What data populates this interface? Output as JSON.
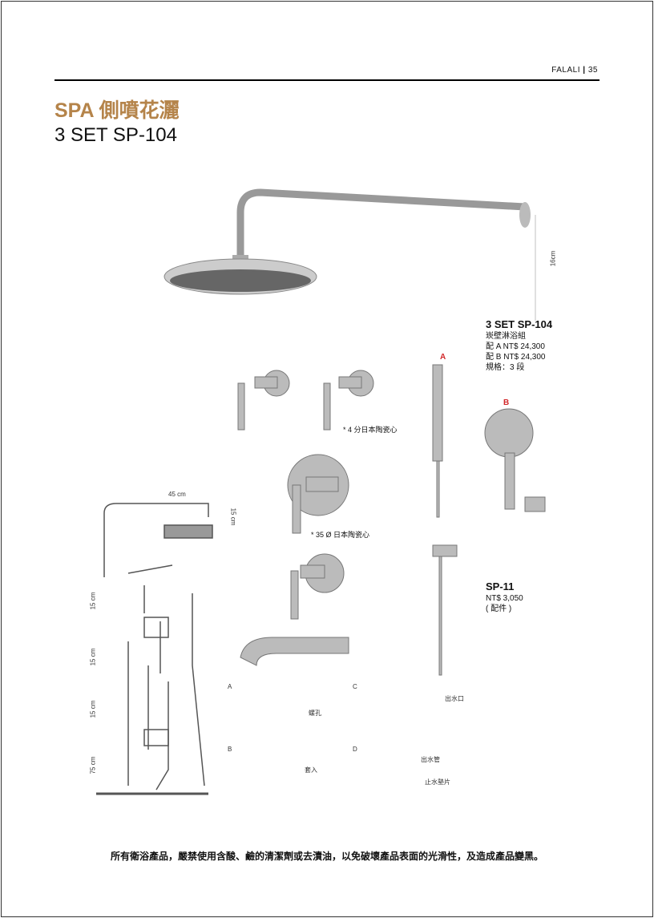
{
  "header": {
    "brand": "FALALI",
    "separator": "|",
    "page_number": "35"
  },
  "title": {
    "category": "SPA 側噴花灑",
    "model": "3 SET  SP-104"
  },
  "product_main": {
    "name": "3 SET  SP-104",
    "type": "崁壁淋浴組",
    "price_a": "配 A NT$ 24,300",
    "price_b": "配 B NT$ 24,300",
    "spec": "規格：3 段"
  },
  "product_accessory": {
    "name": "SP-11",
    "price": "NT$ 3,050",
    "note": "( 配件 )"
  },
  "labels": {
    "arm_drop": "16cm",
    "option_a": "A",
    "option_b": "B",
    "valve_note_1": "* 4 分日本陶瓷心",
    "valve_note_2": "* 35 Ø 日本陶瓷心"
  },
  "diagram": {
    "width_dim": "45 cm",
    "height_dim": "15 cm",
    "dims": [
      "15 cm",
      "15 cm",
      "15 cm",
      "75 cm"
    ],
    "markers": [
      "A",
      "B",
      "C",
      "D"
    ],
    "outlet": "出水口",
    "outlet_pipe": "出水管",
    "washer": "止水墊片",
    "screw": "螺孔",
    "insert": "套入"
  },
  "footer": {
    "notice": "所有衛浴產品，嚴禁使用含酸、鹼的清潔劑或去漬油，以免破壞產品表面的光滑性，及造成產品變黑。"
  },
  "colors": {
    "accent": "#b5844a",
    "marker": "#d2282a"
  }
}
